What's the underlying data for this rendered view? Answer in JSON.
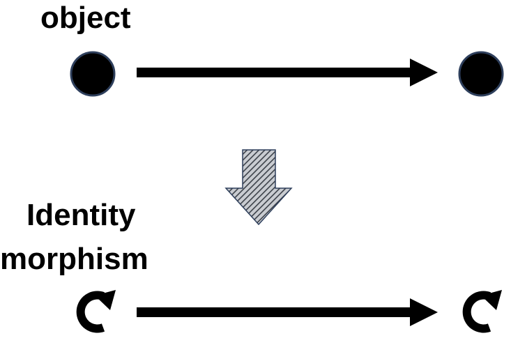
{
  "top_row": {
    "label": "object"
  },
  "bottom_row": {
    "label_line1": "Identity",
    "label_line2": "morphism"
  },
  "icons": {
    "object_dot": "filled-circle",
    "transform_arrow": "hatched-down-arrow",
    "identity_loop": "clockwise-loop-arrow"
  },
  "colors": {
    "ink": "#000000",
    "dot_outline": "#2e3f5c",
    "hatch_fill": "#8a8f96",
    "hatch_line": "#3a3f47",
    "hatch_outline": "#2e3f5c"
  }
}
